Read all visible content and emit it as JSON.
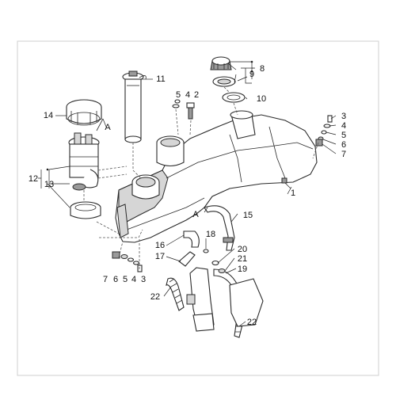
{
  "labels": {
    "l1": "1",
    "l2": "2",
    "l3a": "3",
    "l3b": "3",
    "l4a": "4",
    "l4b": "4",
    "l4c": "4",
    "l5a": "5",
    "l5b": "5",
    "l5c": "5",
    "l6a": "6",
    "l6b": "6",
    "l7a": "7",
    "l7b": "7",
    "l8": "8",
    "l9": "9",
    "l10": "10",
    "l11": "11",
    "l12": "12",
    "l13": "13",
    "l14": "14",
    "l15": "15",
    "l16": "16",
    "l17": "17",
    "l18": "18",
    "l19": "19",
    "l20": "20",
    "l21": "21",
    "l22a": "22",
    "l22b": "22",
    "refA1": "A",
    "refA2": "A"
  }
}
